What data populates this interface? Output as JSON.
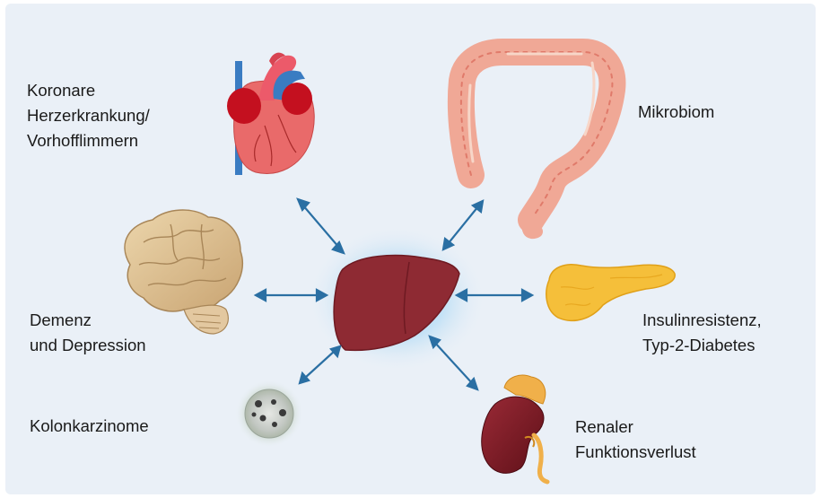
{
  "labels": {
    "heart": "Koronare\nHerzerkrankung/\nVorhofflimmern",
    "microbiome": "Mikrobiom",
    "brain": "Demenz\nund Depression",
    "pancreas": "Insulinresistenz,\nTyp-2-Diabetes",
    "colon_cancer": "Kolonkarzinome",
    "kidney": "Renaler\nFunktionsverlust"
  },
  "colors": {
    "background": "#eaf0f7",
    "arrow": "#2a6fa3",
    "liver": "#8e2a33",
    "liver_glow": "#b5dcf5",
    "heart": "#e96a6a",
    "aorta": "#3a7cc2",
    "atrium": "#c4101f",
    "intestine": "#f0a896",
    "brain": "#d9bf92",
    "pancreas": "#f5bf3a",
    "kidney": "#7a1a24",
    "adrenal": "#f0b04a",
    "tumor_cell": "#c3c8c3"
  },
  "icons": {
    "center": "liver-icon",
    "heart": "heart-icon",
    "microbiome": "intestine-icon",
    "brain": "brain-icon",
    "pancreas": "pancreas-icon",
    "colon_cancer": "tumor-cell-icon",
    "kidney": "kidney-icon"
  }
}
